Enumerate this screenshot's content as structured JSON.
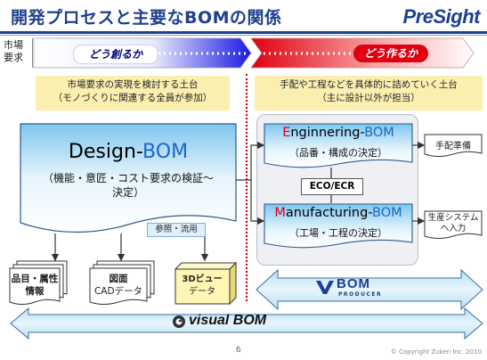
{
  "header": {
    "title": "開発プロセスと主要なBOMの関係",
    "logo": "PreSight"
  },
  "phase_bar": {
    "market_label": "市場\n要求",
    "left_label": "どう創るか",
    "right_label": "どう作るか",
    "colors": {
      "blue": "#1a1ae0",
      "red": "#e00010",
      "fade": "#f0f0ff"
    }
  },
  "notes": {
    "left_line1": "市場要求の実現を検討する土台",
    "left_line2": "（モノづくりに関連する全員が参加）",
    "right_line1": "手配や工程などを具体的に詰めていく土台",
    "right_line2": "（主に設計以外が担当）"
  },
  "design_bom": {
    "title_prefix": "D",
    "title_rest": "esign-",
    "title_bom": "BOM",
    "desc_line1": "（機能・意匠・コスト要求の検証〜",
    "desc_line2": "決定）"
  },
  "engineering_bom": {
    "title_prefix": "E",
    "title_rest": "nginnering-",
    "title_bom": "BOM",
    "desc": "（品番・構成の決定）"
  },
  "manufacturing_bom": {
    "title_prefix": "M",
    "title_rest": "anufacturing-",
    "title_bom": "BOM",
    "desc": "（工場・工程の決定）"
  },
  "eco_label": "ECO/ECR",
  "outputs": {
    "procurement": "手配準備",
    "production_line1": "生産システム",
    "production_line2": "へ入力"
  },
  "reference_label": "参照・流用",
  "docs": {
    "item_line1": "品目・属性",
    "item_line2": "情報",
    "drawing_line1": "図面",
    "drawing_line2": "CADデータ",
    "view3d_line1": "3Dビュー",
    "view3d_line2": "データ"
  },
  "bom_producer": {
    "big": "BOM",
    "small": "PRODUCER"
  },
  "visual_bom": "visual BOM",
  "footer": {
    "page": "6",
    "copyright": "© Copyright Zuken Inc. 2010"
  }
}
